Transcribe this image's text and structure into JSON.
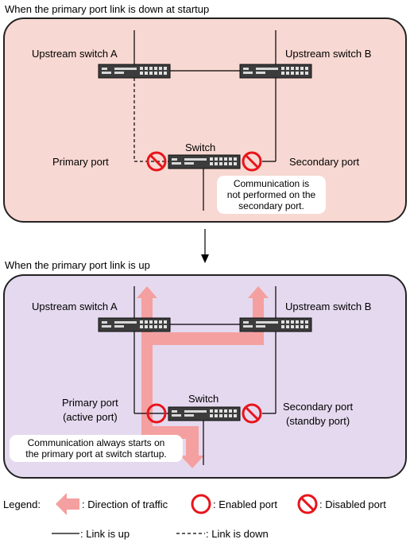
{
  "top": {
    "title": "When the primary port link is down at startup",
    "upstream_a": "Upstream switch A",
    "upstream_b": "Upstream switch B",
    "switch": "Switch",
    "primary_port": "Primary port",
    "secondary_port": "Secondary port",
    "callout": [
      "Communication is",
      "not performed on the",
      "secondary port."
    ]
  },
  "bottom": {
    "title": "When the primary port link is up",
    "upstream_a": "Upstream switch A",
    "upstream_b": "Upstream switch B",
    "switch": "Switch",
    "primary_port": [
      "Primary port",
      "(active port)"
    ],
    "secondary_port": [
      "Secondary port",
      "(standby port)"
    ],
    "callout": [
      "Communication always starts on",
      "the primary port at switch startup."
    ]
  },
  "legend": {
    "title": "Legend:",
    "traffic": ": Direction of traffic",
    "enabled": ": Enabled port",
    "disabled": ": Disabled port",
    "link_up": ": Link is up",
    "link_down": ": Link is down"
  },
  "colors": {
    "top_panel": "#f8d8d2",
    "bottom_panel": "#e5d9ef",
    "traffic_arrow": "#f4a0a0",
    "port_icon": "#e8141b"
  },
  "icons": {
    "switch": "network-switch-icon",
    "enabled": "enabled-port-icon",
    "disabled": "disabled-port-icon",
    "traffic": "traffic-arrow-icon"
  }
}
